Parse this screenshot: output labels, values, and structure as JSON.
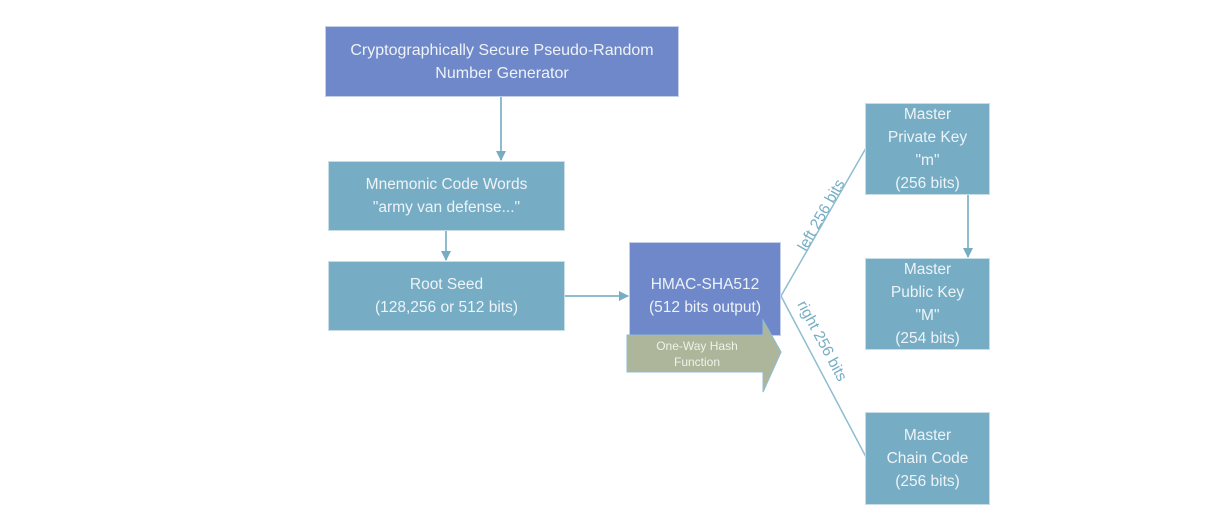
{
  "diagram": {
    "colors": {
      "primary_box": "#6f88c9",
      "secondary_box": "#76adc4",
      "hash_arrow": "#adb69b",
      "connector": "#76adc4"
    },
    "nodes": {
      "csprng": {
        "lines": [
          "Cryptographically Secure Pseudo-Random",
          "Number Generator"
        ]
      },
      "mnemonic": {
        "lines": [
          "Mnemonic Code Words",
          "\"army van defense...\""
        ]
      },
      "root_seed": {
        "lines": [
          "Root Seed",
          "(128,256 or 512 bits)"
        ]
      },
      "hmac": {
        "lines": [
          "HMAC-SHA512",
          "(512 bits output)"
        ]
      },
      "hash_arrow": {
        "lines": [
          "One-Way Hash",
          "Function"
        ]
      },
      "private_key": {
        "lines": [
          "Master",
          "Private Key",
          "\"m\"",
          "(256 bits)"
        ]
      },
      "public_key": {
        "lines": [
          "Master",
          "Public Key",
          "\"M\"",
          "(254 bits)"
        ]
      },
      "chain_code": {
        "lines": [
          "Master",
          "Chain Code",
          "(256 bits)"
        ]
      }
    },
    "edge_labels": {
      "left": "left 256 bits",
      "right": "right 256 bits"
    }
  }
}
